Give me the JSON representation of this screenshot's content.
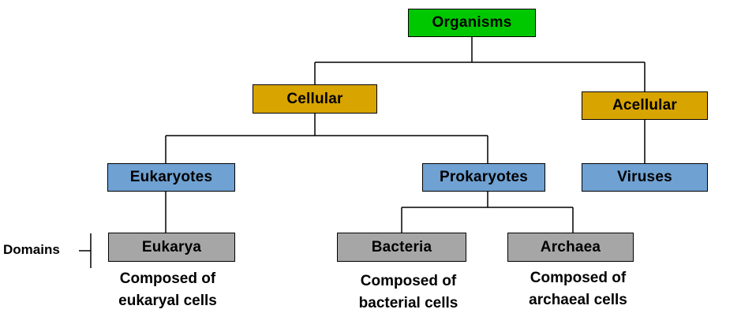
{
  "colors": {
    "organisms": "#00c800",
    "cellular": "#d8a400",
    "acellular": "#d8a400",
    "eukaryotes": "#6fa1d2",
    "prokaryotes": "#6fa1d2",
    "viruses": "#6fa1d2",
    "domain_boxes": "#a6a6a6"
  },
  "nodes": {
    "organisms": "Organisms",
    "cellular": "Cellular",
    "acellular": "Acellular",
    "eukaryotes": "Eukaryotes",
    "prokaryotes": "Prokaryotes",
    "viruses": "Viruses",
    "eukarya": "Eukarya",
    "bacteria": "Bacteria",
    "archaea": "Archaea"
  },
  "domains_label": "Domains",
  "captions": {
    "eukarya": [
      "Composed of",
      "eukaryal cells"
    ],
    "bacteria": [
      "Composed of",
      "bacterial cells"
    ],
    "archaea": [
      "Composed of",
      "archaeal cells"
    ]
  },
  "edges": [
    [
      "organisms",
      "cellular"
    ],
    [
      "organisms",
      "acellular"
    ],
    [
      "cellular",
      "eukaryotes"
    ],
    [
      "cellular",
      "prokaryotes"
    ],
    [
      "acellular",
      "viruses"
    ],
    [
      "eukaryotes",
      "eukarya"
    ],
    [
      "prokaryotes",
      "bacteria"
    ],
    [
      "prokaryotes",
      "archaea"
    ]
  ]
}
